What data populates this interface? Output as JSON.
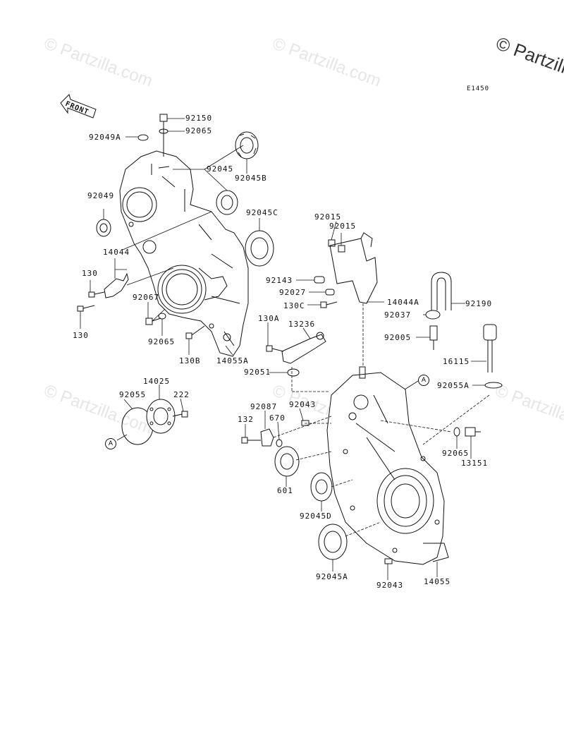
{
  "watermarks": [
    "© Partzilla.com",
    "© Partzilla.com",
    "© Partzilla.com",
    "© Partzilla.com",
    "© Partzilla.com"
  ],
  "watermark_corner": "© Partzilla",
  "diagram_code": "E1450",
  "front_label": "FRONT",
  "ref_marker": "A",
  "parts": [
    "92150",
    "92065",
    "92049A",
    "92045",
    "92045B",
    "92049",
    "92045C",
    "14044",
    "130",
    "130",
    "92067",
    "92065",
    "130B",
    "14055A",
    "92015",
    "92015",
    "92143",
    "92027",
    "130C",
    "14044A",
    "92190",
    "92037",
    "92005",
    "16115",
    "130A",
    "13236",
    "92051",
    "92055A",
    "14025",
    "92055",
    "222",
    "92087",
    "670",
    "92043",
    "132",
    "92065",
    "13151",
    "601",
    "92045D",
    "92045A",
    "92043",
    "14055"
  ]
}
